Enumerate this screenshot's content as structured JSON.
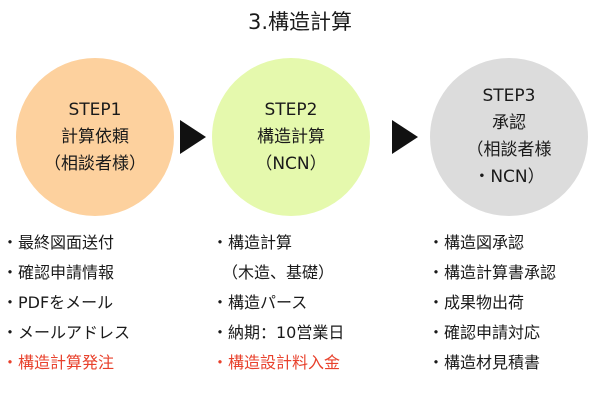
{
  "title": "3.構造計算",
  "colors": {
    "step1_fill": "#fdd19e",
    "step2_fill": "#e5f9ad",
    "step3_fill": "#dcdcdc",
    "arrow": "#111111",
    "highlight": "#e8412c"
  },
  "steps": [
    {
      "lines": [
        "STEP1",
        "計算依頼",
        "（相談者様）"
      ]
    },
    {
      "lines": [
        "STEP2",
        "構造計算",
        "（NCN）"
      ]
    },
    {
      "lines": [
        "STEP3",
        "承認",
        "（相談者様",
        "・NCN）"
      ]
    }
  ],
  "lists": [
    {
      "items": [
        {
          "text": "・最終図面送付",
          "highlight": false
        },
        {
          "text": "・確認申請情報",
          "highlight": false
        },
        {
          "text": "・PDFをメール",
          "highlight": false
        },
        {
          "text": "・メールアドレス",
          "highlight": false
        },
        {
          "text": "・構造計算発注",
          "highlight": true
        }
      ]
    },
    {
      "items": [
        {
          "text": "・構造計算",
          "highlight": false
        },
        {
          "text": "（木造、基礎）",
          "highlight": false
        },
        {
          "text": "・構造パース",
          "highlight": false
        },
        {
          "text": "・納期：10営業日",
          "highlight": false
        },
        {
          "text": "・構造設計料入金",
          "highlight": true
        }
      ]
    },
    {
      "items": [
        {
          "text": "・構造図承認",
          "highlight": false
        },
        {
          "text": "・構造計算書承認",
          "highlight": false
        },
        {
          "text": "・成果物出荷",
          "highlight": false
        },
        {
          "text": "・確認申請対応",
          "highlight": false
        },
        {
          "text": "・構造材見積書",
          "highlight": false
        }
      ]
    }
  ]
}
